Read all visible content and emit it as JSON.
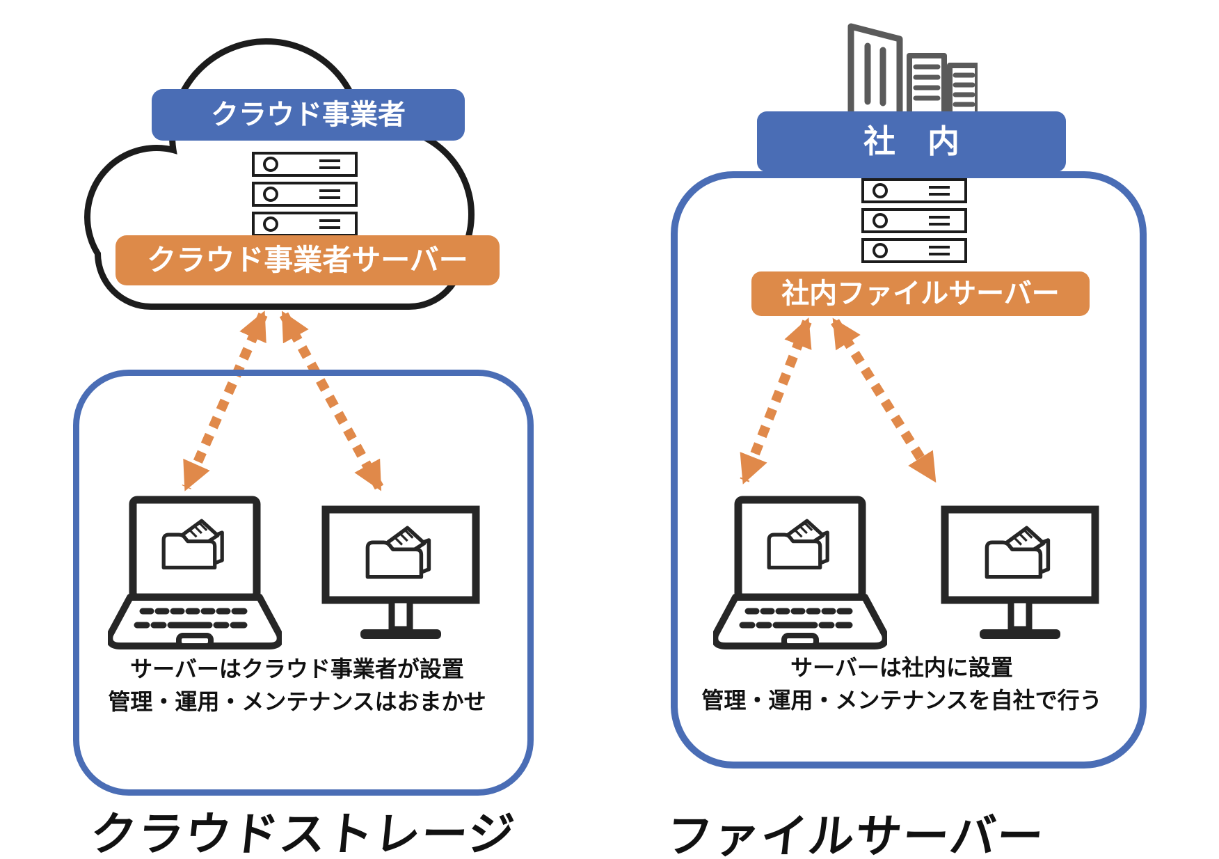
{
  "left": {
    "provider_label": "クラウド事業者",
    "server_label": "クラウド事業者サーバー",
    "desc_line1": "サーバーはクラウド事業者が設置",
    "desc_line2": "管理・運用・メンテナンスはおまかせ",
    "title": "クラウドストレージ"
  },
  "right": {
    "location_label": "社　内",
    "server_label": "社内ファイルサーバー",
    "desc_line1": "サーバーは社内に設置",
    "desc_line2": "管理・運用・メンテナンスを自社で行う",
    "title": "ファイルサーバー"
  },
  "colors": {
    "label_blue": "#4a6db5",
    "label_orange": "#dd8a49",
    "arrow_orange": "#e0894a",
    "outline_black": "#1c1c1c",
    "icon_dark": "#262626",
    "building_gray": "#5a5a5a",
    "text_black": "#111111"
  },
  "icons": {
    "cloud": "cloud-outline-icon",
    "servers": "server-rack-icon",
    "laptop": "laptop-folder-icon",
    "monitor": "monitor-folder-icon",
    "buildings": "office-buildings-icon",
    "arrows": "double-headed-dashed-arrow-icon"
  }
}
